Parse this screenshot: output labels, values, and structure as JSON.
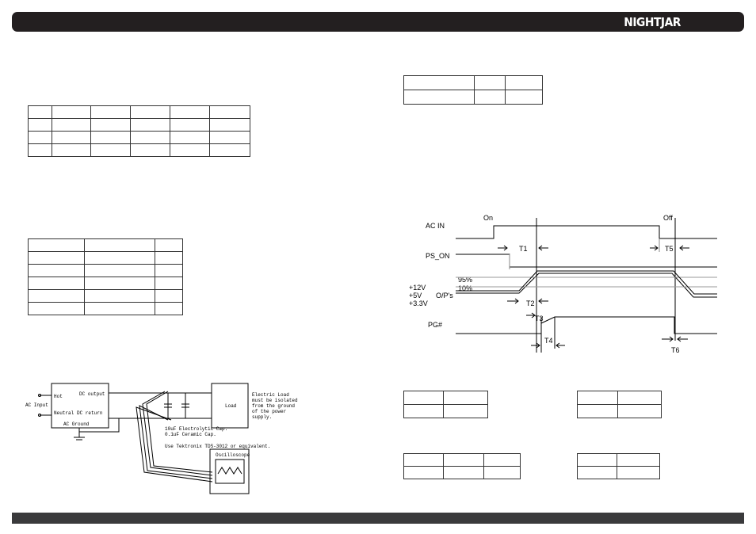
{
  "header": {
    "brand": "NIGHTJAR"
  },
  "timing": {
    "ac_in": "AC IN",
    "on": "On",
    "off": "Off",
    "ps_on": "PS_ON",
    "t1": "T1",
    "t5": "T5",
    "pct95": "95%",
    "pct10": "10%",
    "v12": "+12V",
    "v5": "+5V",
    "v33": "+3.3V",
    "ops": "O/P's",
    "t2": "T2",
    "t3": "T3",
    "pg": "PG#",
    "t4": "T4",
    "t6": "T6"
  },
  "circuit": {
    "hot": "Hot",
    "ac_input": "AC Input",
    "neutral": "Neutral",
    "ac_ground": "AC Ground",
    "dc_output": "DC output",
    "dc_return": "DC return",
    "load": "Load",
    "load_note_1": "Electric Load",
    "load_note_2": "must be isolated",
    "load_note_3": "from the ground",
    "load_note_4": "of the power",
    "load_note_5": "supply.",
    "cap_note_1": "10uF Electrolytic Cap.",
    "cap_note_2": "0.1uF Ceramic Cap.",
    "probe_note": "Use Tektronix TDS-3012 or equivalent.",
    "scope": "Oscilloscope"
  }
}
